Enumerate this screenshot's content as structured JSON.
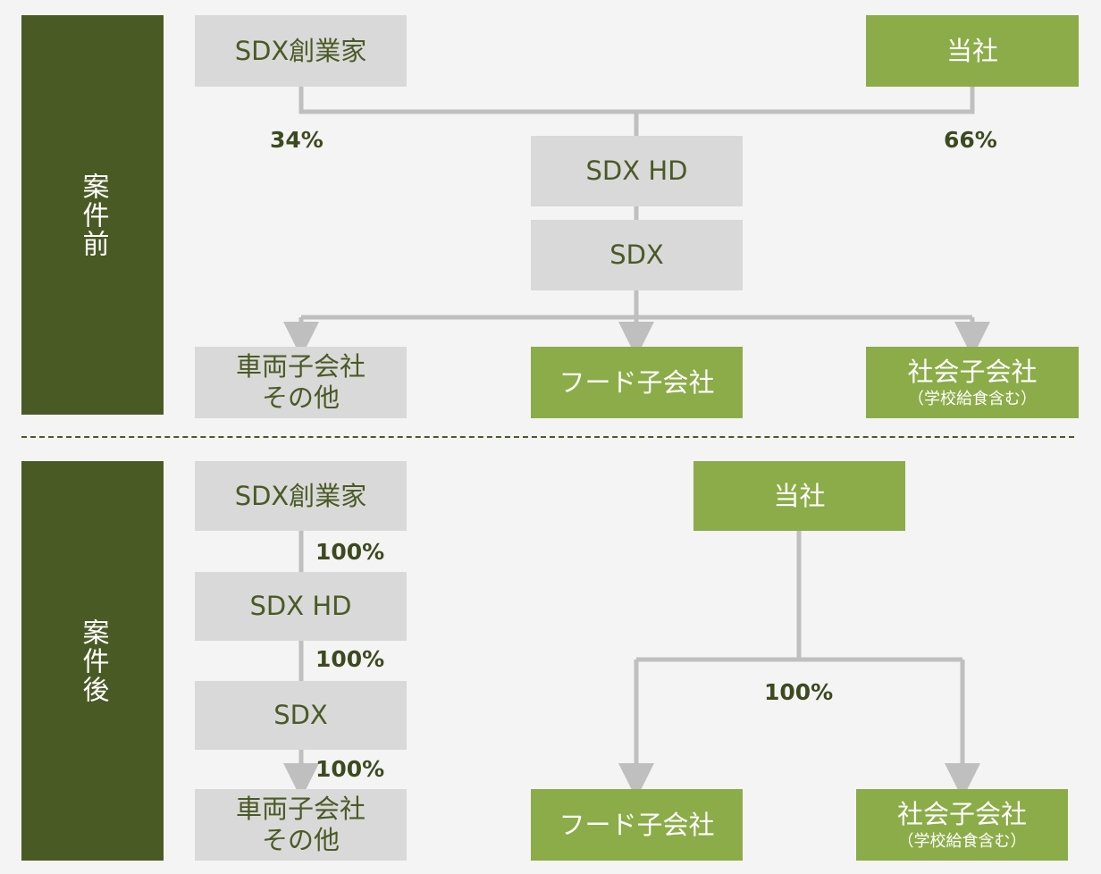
{
  "before": {
    "section_label": "案件前",
    "founder": "SDX創業家",
    "company": "当社",
    "founder_pct": "34%",
    "company_pct": "66%",
    "hd": "SDX HD",
    "sdx": "SDX",
    "vehicle_line1": "車両子会社",
    "vehicle_line2": "その他",
    "food": "フード子会社",
    "social_line1": "社会子会社",
    "social_line2": "（学校給食含む）"
  },
  "after": {
    "section_label": "案件後",
    "founder": "SDX創業家",
    "pct_founder_hd": "100%",
    "hd": "SDX HD",
    "pct_hd_sdx": "100%",
    "sdx": "SDX",
    "pct_sdx_vehicle": "100%",
    "vehicle_line1": "車両子会社",
    "vehicle_line2": "その他",
    "company": "当社",
    "pct_company_subs": "100%",
    "food": "フード子会社",
    "social_line1": "社会子会社",
    "social_line2": "（学校給食含む）"
  },
  "colors": {
    "dark_green": "#4a5a25",
    "light_green": "#8bac48",
    "gray_box": "#d9d9d9",
    "connector": "#bfbfbf"
  }
}
